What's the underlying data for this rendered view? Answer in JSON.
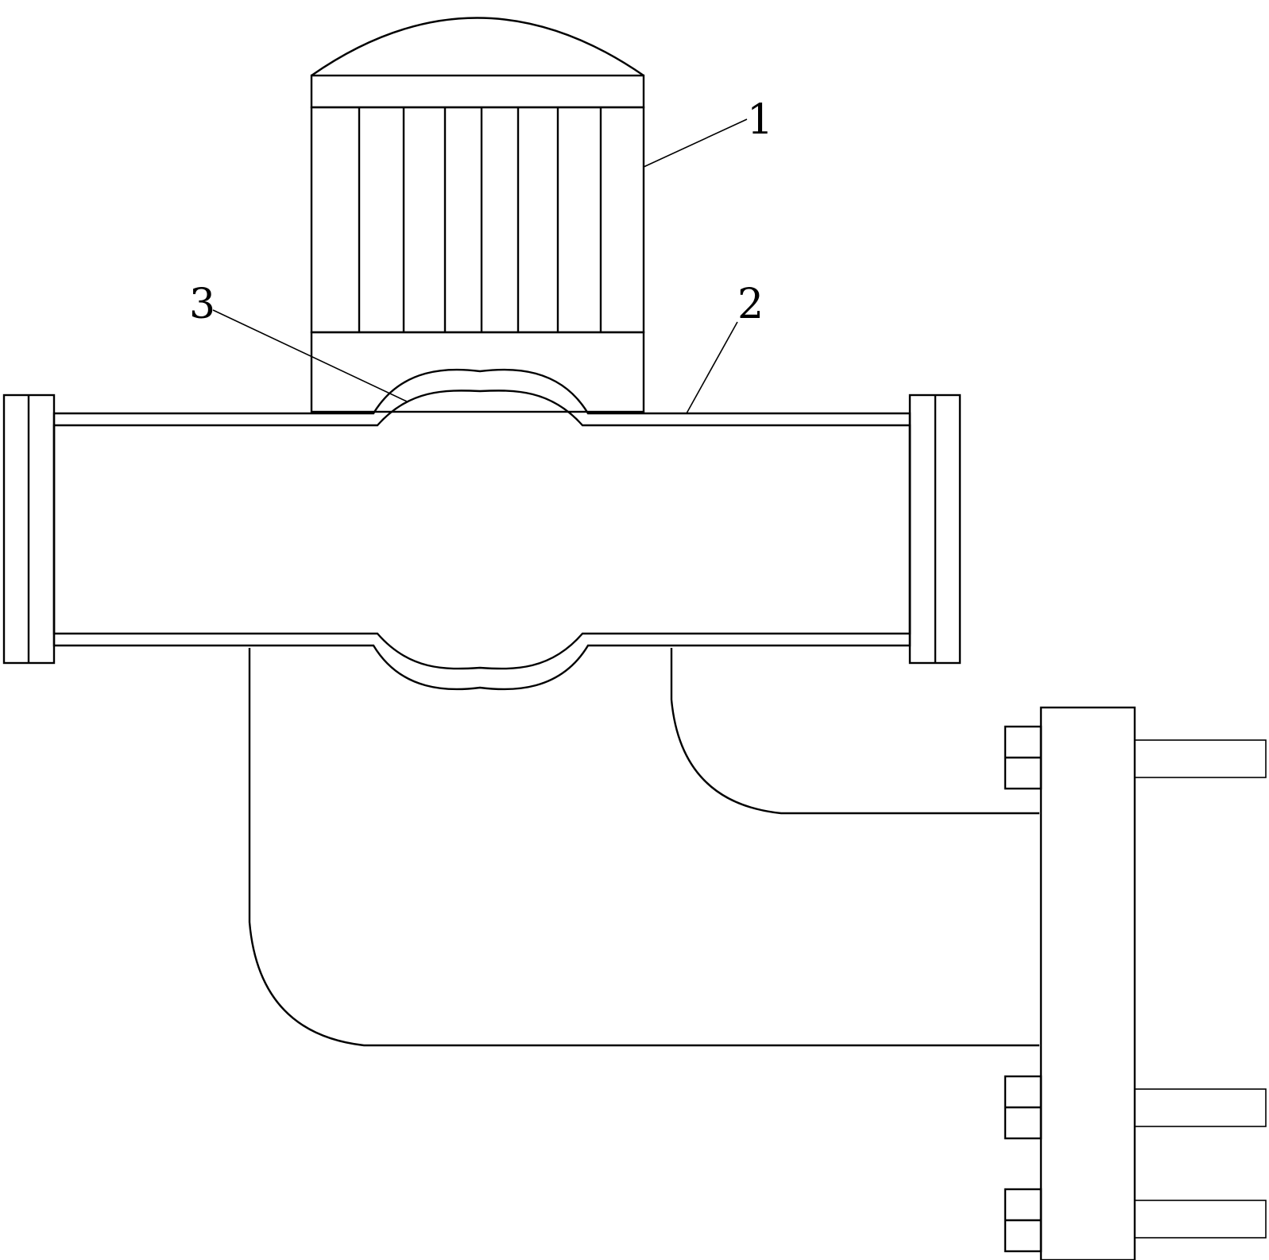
{
  "labels": {
    "motor": "1",
    "pipe": "2",
    "valve": "3"
  }
}
